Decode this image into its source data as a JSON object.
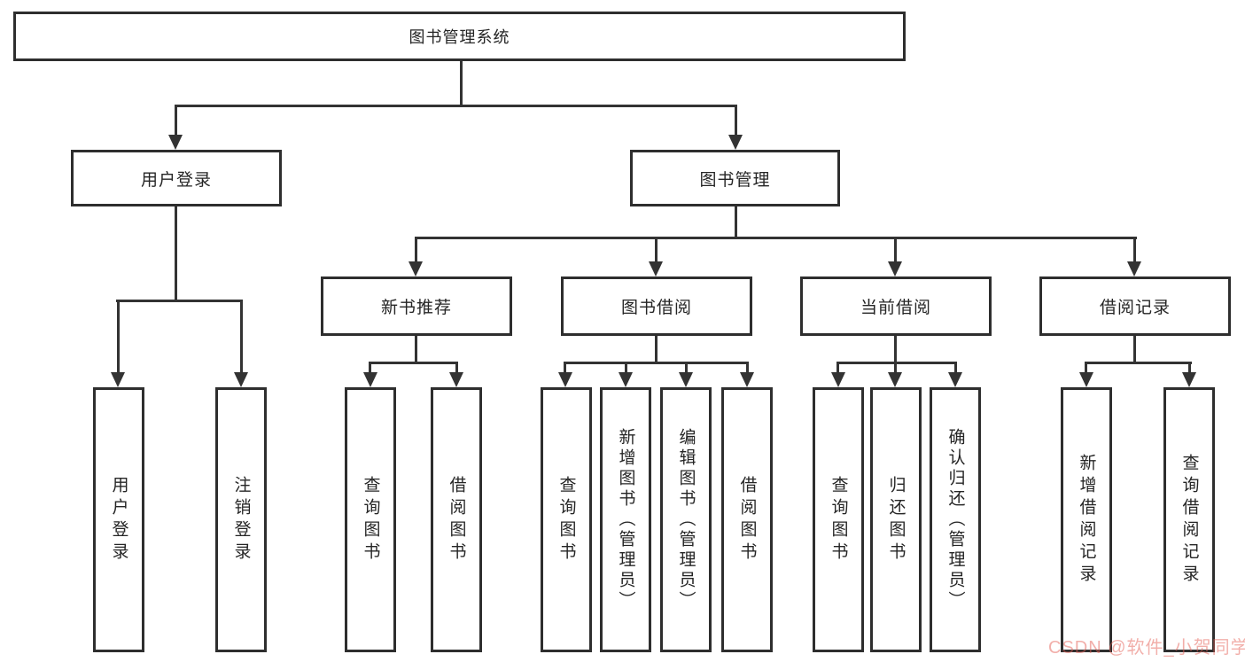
{
  "tree": {
    "root": {
      "label": "图书管理系统"
    },
    "children": [
      {
        "label": "用户登录",
        "children": [
          {
            "label": "用户登录"
          },
          {
            "label": "注销登录"
          }
        ]
      },
      {
        "label": "图书管理",
        "children": [
          {
            "label": "新书推荐",
            "children": [
              {
                "label": "查询图书"
              },
              {
                "label": "借阅图书"
              }
            ]
          },
          {
            "label": "图书借阅",
            "children": [
              {
                "label": "查询图书"
              },
              {
                "label": "新增图书（管理员）"
              },
              {
                "label": "编辑图书（管理员）"
              },
              {
                "label": "借阅图书"
              }
            ]
          },
          {
            "label": "当前借阅",
            "children": [
              {
                "label": "查询图书"
              },
              {
                "label": "归还图书"
              },
              {
                "label": "确认归还（管理员）"
              }
            ]
          },
          {
            "label": "借阅记录",
            "children": [
              {
                "label": "新增借阅记录"
              },
              {
                "label": "查询借阅记录"
              }
            ]
          }
        ]
      }
    ]
  },
  "watermark": "CSDN @软件_小贺同学",
  "colors": {
    "line": "#333333",
    "box_border": "#2e2e2e",
    "text": "#252525",
    "watermark": "#e8a49d",
    "background": "#ffffff"
  }
}
